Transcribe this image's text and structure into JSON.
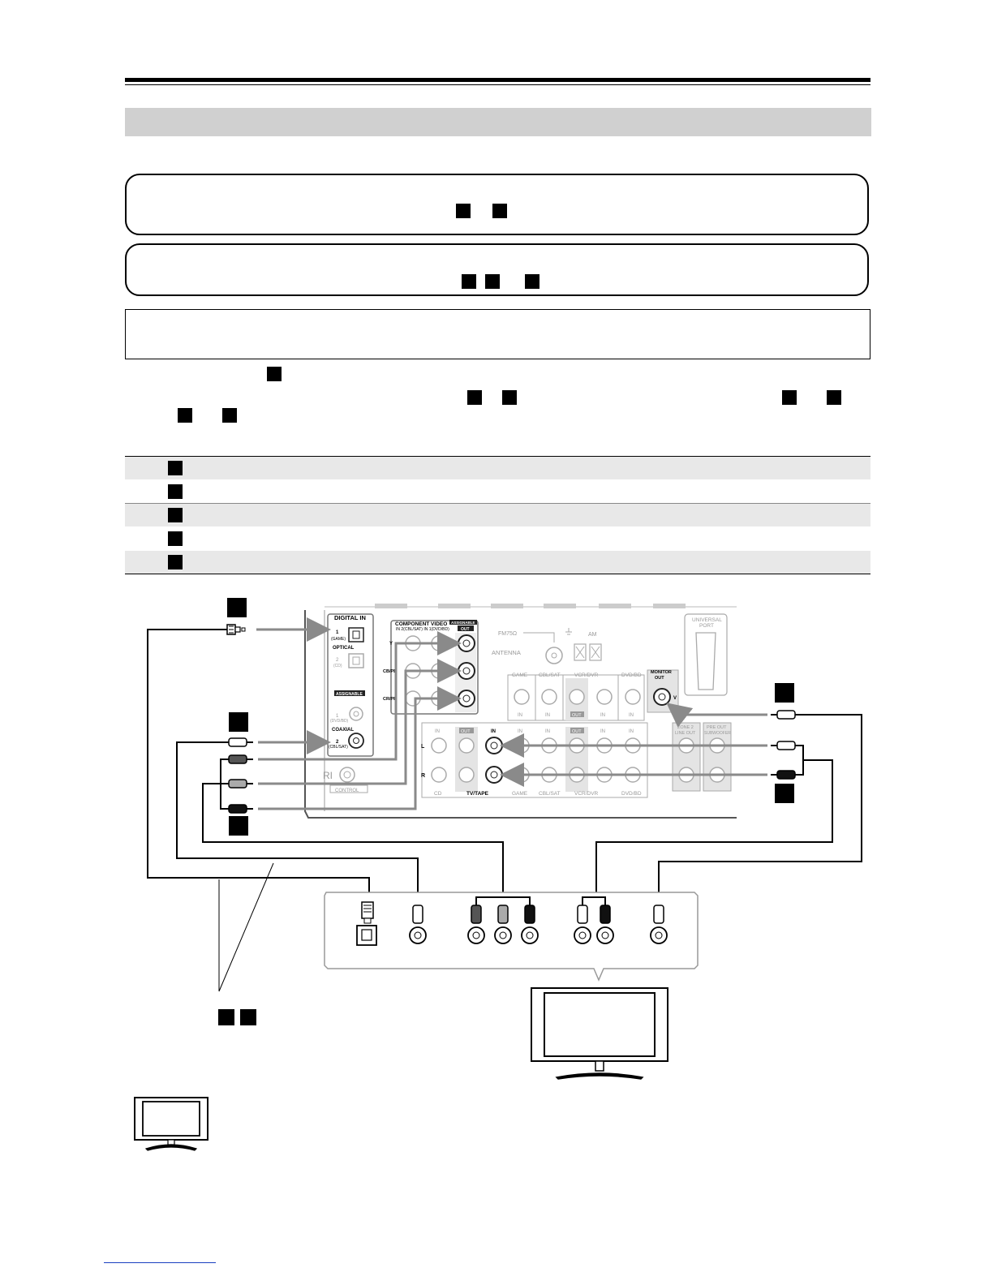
{
  "diagram": {
    "labels": {
      "digital_in": "DIGITAL IN",
      "optical_1": "1",
      "optical_1_sub": "(GAME)",
      "optical": "OPTICAL",
      "optical_2": "2",
      "optical_2_sub": "(CD)",
      "assignable": "ASSIGNABLE",
      "coax_1": "1",
      "coax_1_sub": "(DVD/BD)",
      "coaxial": "COAXIAL",
      "coax_2": "2",
      "coax_2_sub": "(CBL/SAT)",
      "component_video": "COMPONENT VIDEO",
      "component_sub": "IN 2(CBL/SAT) IN 1(DVD/BD)",
      "comp_out": "OUT",
      "comp_y": "Y",
      "comp_cb": "CB/PB",
      "comp_cr": "CR/PR",
      "fm": "FM75Ω",
      "am": "AM",
      "antenna": "ANTENNA",
      "universal": "UNIVERSAL",
      "port": "PORT",
      "game": "GAME",
      "cbl_sat": "CBL/SAT",
      "vcr_dvr": "VCR/DVR",
      "dvd_bd": "DVD/BD",
      "monitor": "MONITOR",
      "monitor_out": "OUT",
      "v": "V",
      "in": "IN",
      "out": "OUT",
      "l": "L",
      "r": "R",
      "cd": "CD",
      "tv_tape": "TV/TAPE",
      "zone2": "ZONE 2",
      "line_out": "LINE OUT",
      "pre_out": "PRE OUT",
      "subwoofer": "SUBWOOFER",
      "rl": "RI",
      "remote_control": "CONTROL"
    }
  }
}
